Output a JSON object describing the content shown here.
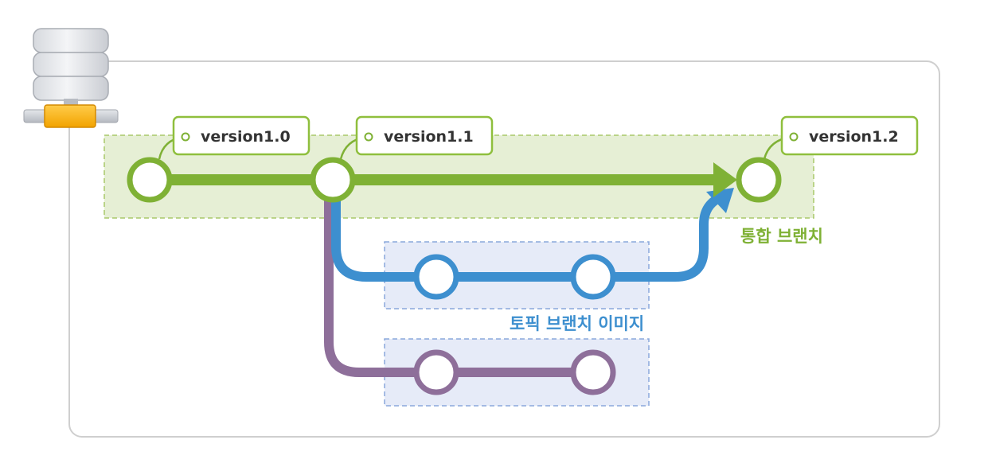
{
  "tags": [
    {
      "label": "version1.0"
    },
    {
      "label": "version1.1"
    },
    {
      "label": "version1.2"
    }
  ],
  "captions": {
    "integration_branch": "통합 브랜치",
    "topic_branch_image": "토픽 브랜치 이미지"
  },
  "colors": {
    "integration": "#7fb135",
    "integration_fill": "#e6efd5",
    "topic_blue": "#3d8fcf",
    "topic_purple": "#8e6f9a",
    "topic_fill": "#e6ebf8",
    "tag_border": "#8fbf3d",
    "outline": "#cfcfcf",
    "caption_green": "#7fb135",
    "caption_blue": "#3d8fcf"
  },
  "icons": {
    "repository": "database-server-icon"
  }
}
